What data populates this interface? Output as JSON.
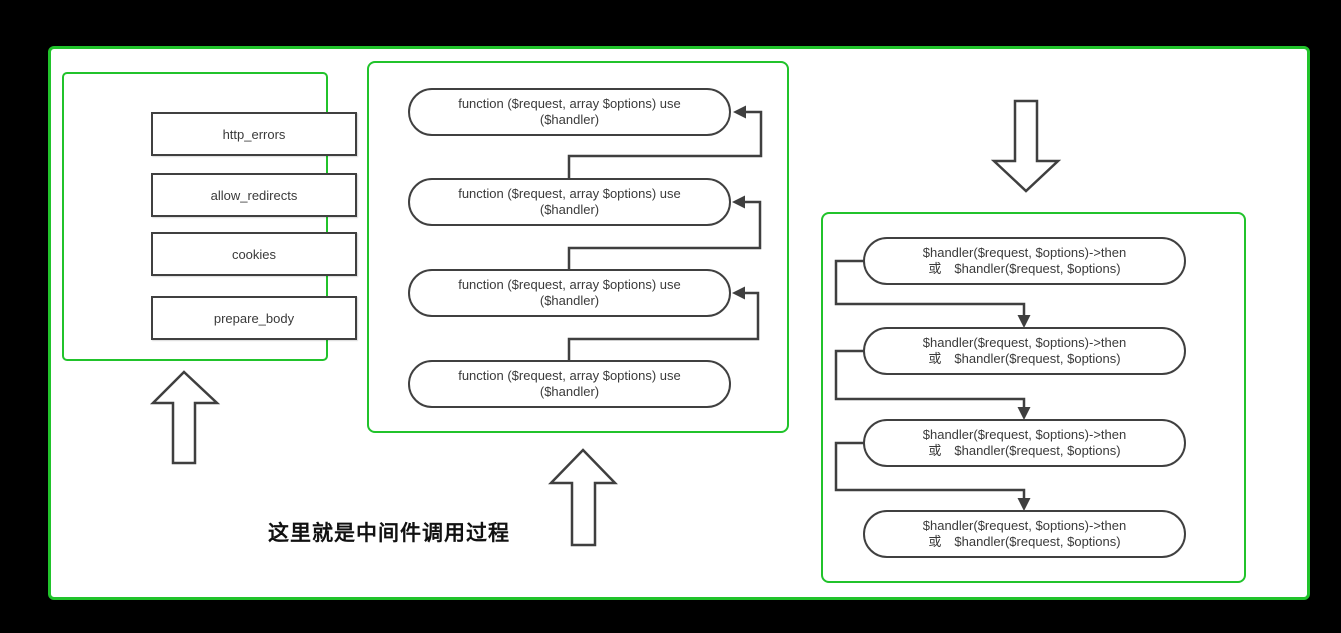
{
  "colors": {
    "background": "#000000",
    "panel_background": "#ffffff",
    "panel_border_green": "#21c32b",
    "shape_border": "#404040",
    "connector": "#3f3f3f",
    "text": "#3a3a3a",
    "caption_text": "#111111"
  },
  "caption": "这里就是中间件调用过程",
  "icons": {
    "up_arrow": "up-arrow",
    "down_arrow": "down-arrow",
    "connector_arrowhead": "triangle-arrowhead"
  },
  "left_panel": {
    "items": [
      "http_errors",
      "allow_redirects",
      "cookies",
      "prepare_body"
    ]
  },
  "middle_panel": {
    "boxes": [
      {
        "line1": "function ($request, array $options) use",
        "line2": "($handler)"
      },
      {
        "line1": "function ($request, array $options) use",
        "line2": "($handler)"
      },
      {
        "line1": "function ($request, array $options) use",
        "line2": "($handler)"
      },
      {
        "line1": "function ($request, array $options) use",
        "line2": "($handler)"
      }
    ]
  },
  "right_panel": {
    "boxes": [
      {
        "line1": "$handler($request, $options)->then",
        "line2": "或　$handler($request, $options)"
      },
      {
        "line1": "$handler($request, $options)->then",
        "line2": "或　$handler($request, $options)"
      },
      {
        "line1": "$handler($request, $options)->then",
        "line2": "或　$handler($request, $options)"
      },
      {
        "line1": "$handler($request, $options)->then",
        "line2": "或　$handler($request, $options)"
      }
    ]
  }
}
